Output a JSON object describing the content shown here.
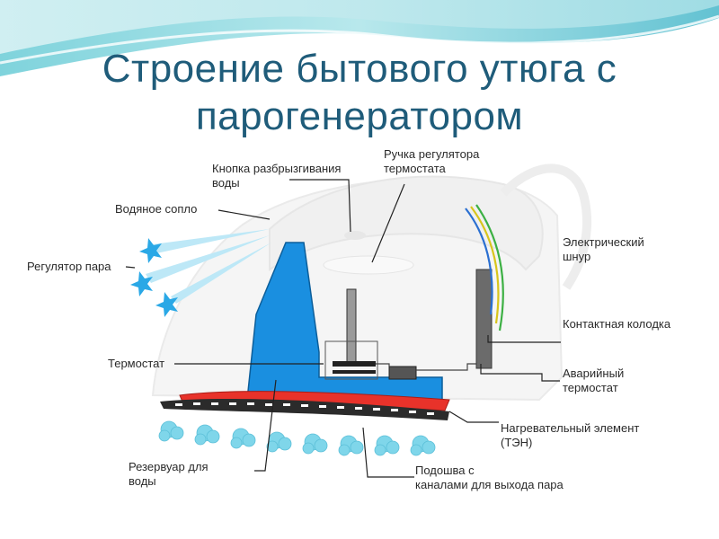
{
  "title": "Строение бытового утюга с\nпарогенератором",
  "labels": {
    "spray_button": "Кнопка разбрызгивания\nводы",
    "thermostat_knob": "Ручка регулятора\nтермостата",
    "water_nozzle": "Водяное сопло",
    "power_cord": "Электрический\nшнур",
    "steam_regulator": "Регулятор пара",
    "contact_block": "Контактная колодка",
    "thermostat": "Термостат",
    "emergency_thermostat": "Аварийный\nтермостат",
    "heating_element": "Нагревательный элемент\n(ТЭН)",
    "water_tank": "Резервуар для\nводы",
    "soleplate": "Подошва с\nканалами для выхода пара"
  },
  "colors": {
    "title": "#1f5c7a",
    "water_tank": "#1a8fe0",
    "heating_element": "#e8322a",
    "steam": "#7fd6ea",
    "spray": "#2aa8e6"
  }
}
